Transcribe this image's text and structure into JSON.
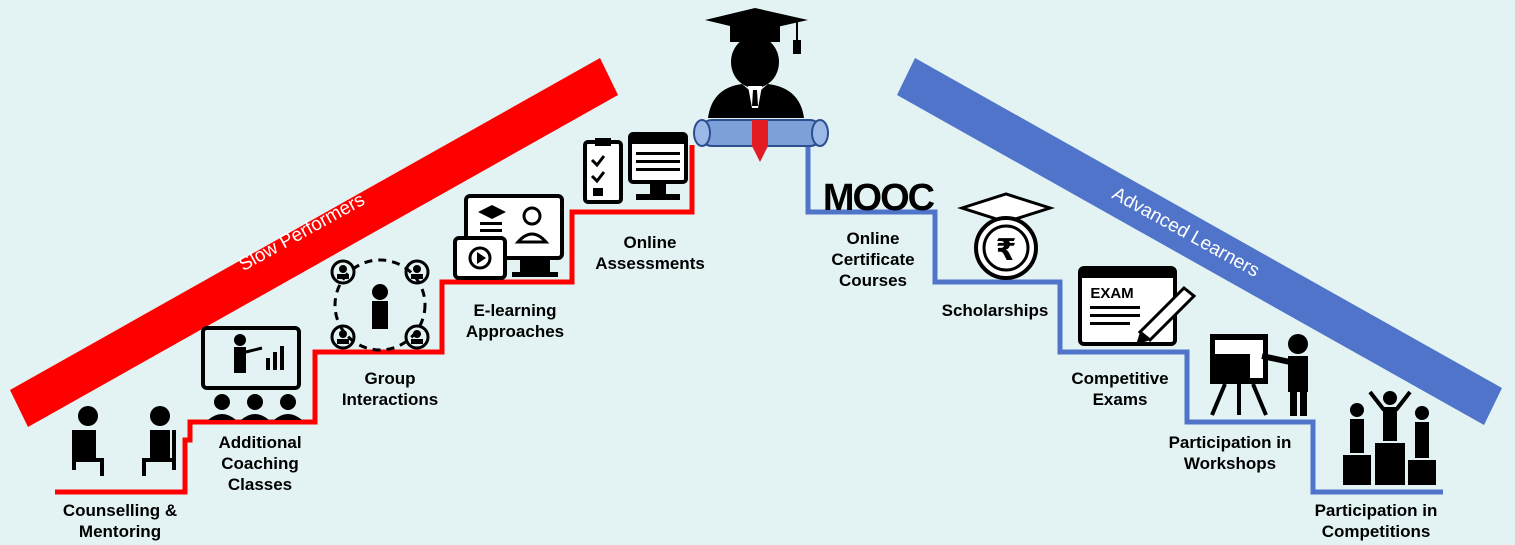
{
  "left_banner": {
    "label": "Slow Performers",
    "color": "#ff0000"
  },
  "right_banner": {
    "label": "Advanced Learners",
    "color": "#4f74c9"
  },
  "mooc_logo": "MOOC",
  "exam_icon_text": "EXAM",
  "rupee_symbol": "₹",
  "steps_left": [
    {
      "label": "Counselling & Mentoring",
      "icon": "counselling-icon"
    },
    {
      "label": "Additional Coaching Classes",
      "icon": "classroom-icon"
    },
    {
      "label": "Group Interactions",
      "icon": "group-network-icon"
    },
    {
      "label": "E-learning Approaches",
      "icon": "elearning-icon"
    },
    {
      "label": "Online Assessments",
      "icon": "online-assessment-icon"
    }
  ],
  "steps_right": [
    {
      "label": "Online Certificate Courses",
      "icon": "mooc-icon"
    },
    {
      "label": "Scholarships",
      "icon": "scholarship-icon"
    },
    {
      "label": "Competitive Exams",
      "icon": "exam-icon"
    },
    {
      "label": "Participation in Workshops",
      "icon": "workshop-icon"
    },
    {
      "label": "Participation in Competitions",
      "icon": "podium-icon"
    }
  ],
  "top_icon": "graduate-with-diploma-icon"
}
